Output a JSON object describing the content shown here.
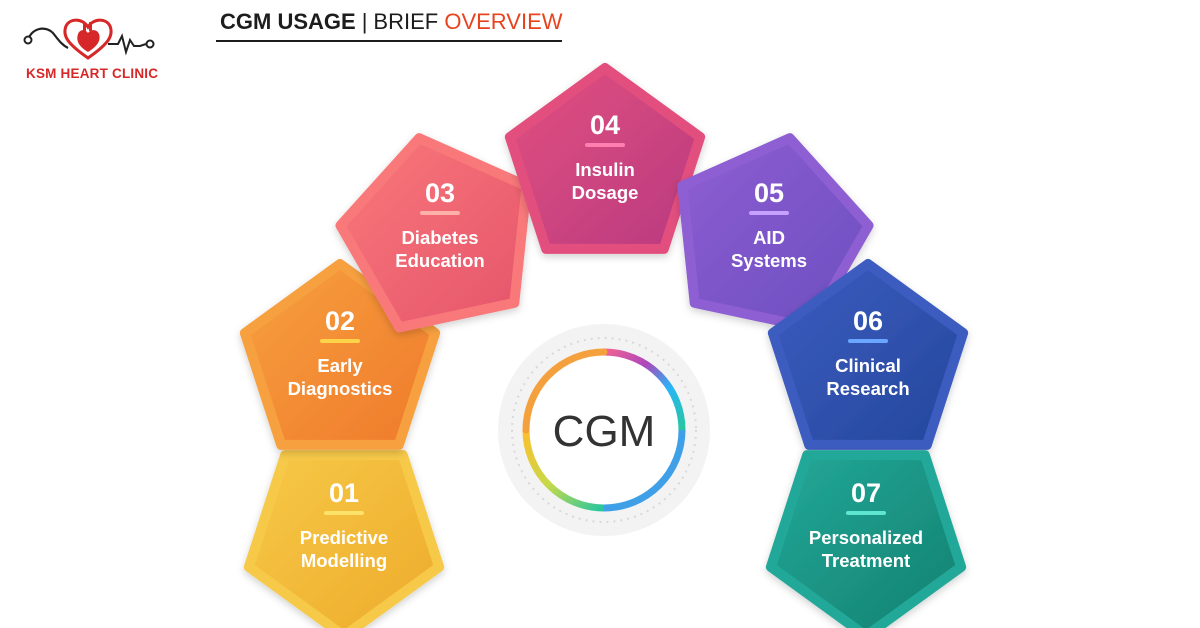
{
  "brand": {
    "name": "KSM HEART CLINIC",
    "color": "#d62828",
    "icon": "heart-stethoscope-icon"
  },
  "header": {
    "title_bold": "CGM USAGE",
    "separator": "|",
    "title_rest": "BRIEF",
    "title_accent": "OVERVIEW",
    "accent_color": "#e8431f"
  },
  "center": {
    "label": "CGM"
  },
  "items": [
    {
      "number": "01",
      "line1": "Predictive",
      "line2": "Modelling",
      "color_a": "#f7c948",
      "color_b": "#eeaa2a",
      "bar": "#fde26a"
    },
    {
      "number": "02",
      "line1": "Early",
      "line2": "Diagnostics",
      "color_a": "#f7a040",
      "color_b": "#ef7a2a",
      "bar": "#fdd34a"
    },
    {
      "number": "03",
      "line1": "Diabetes",
      "line2": "Education",
      "color_a": "#f9797a",
      "color_b": "#e5546b",
      "bar": "#ffb0a8"
    },
    {
      "number": "04",
      "line1": "Insulin",
      "line2": "Dosage",
      "color_a": "#e2507f",
      "color_b": "#b93a80",
      "bar": "#ff80b0"
    },
    {
      "number": "05",
      "line1": "AID",
      "line2": "Systems",
      "color_a": "#8e5ed2",
      "color_b": "#6b4ec0",
      "bar": "#c8a0ff"
    },
    {
      "number": "06",
      "line1": "Clinical",
      "line2": "Research",
      "color_a": "#3c5cc0",
      "color_b": "#24479c",
      "bar": "#6aa6ff"
    },
    {
      "number": "07",
      "line1": "Personalized",
      "line2": "Treatment",
      "color_a": "#23a898",
      "color_b": "#138070",
      "bar": "#5ee6d0"
    }
  ]
}
